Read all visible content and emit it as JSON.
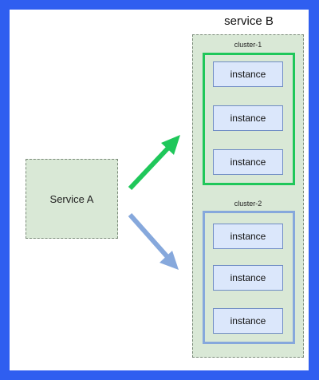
{
  "service_b": {
    "title": "service B",
    "clusters": [
      {
        "label": "cluster-1",
        "color": "#1fc75a",
        "instances": [
          "instance",
          "instance",
          "instance"
        ]
      },
      {
        "label": "cluster-2",
        "color": "#86a8dc",
        "instances": [
          "instance",
          "instance",
          "instance"
        ]
      }
    ]
  },
  "service_a": {
    "label": "Service A"
  },
  "colors": {
    "background": "#2f5ef0",
    "canvas": "#ffffff",
    "service_fill": "#d9e8d6",
    "instance_fill": "#dbe7fb",
    "arrow_green": "#1fc75a",
    "arrow_blue": "#86a8dc"
  }
}
